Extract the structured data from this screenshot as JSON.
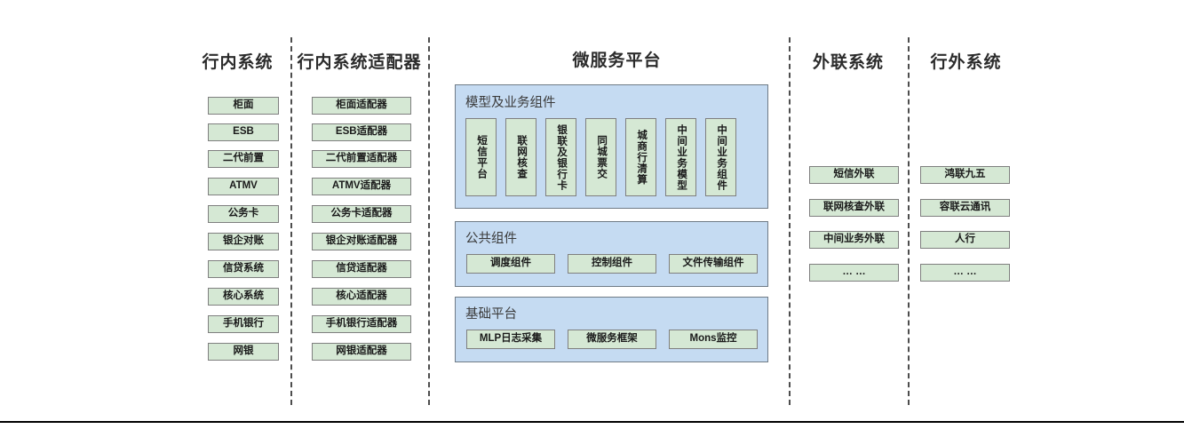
{
  "diagram": {
    "title_bar_rule": true,
    "colors": {
      "node_fill": "#d5e8d4",
      "node_border": "#7f7f7f",
      "panel_fill": "#c5dbf2",
      "panel_border": "#6f7b86",
      "separator": "#4d4d4d",
      "text": "#1a1a1a"
    },
    "columns": [
      {
        "id": "intra-bank-systems",
        "title": "行内系统",
        "items": [
          "柜面",
          "ESB",
          "二代前置",
          "ATMV",
          "公务卡",
          "银企对账",
          "信贷系统",
          "核心系统",
          "手机银行",
          "网银"
        ]
      },
      {
        "id": "intra-bank-adapters",
        "title": "行内系统适配器",
        "items": [
          "柜面适配器",
          "ESB适配器",
          "二代前置适配器",
          "ATMV适配器",
          "公务卡适配器",
          "银企对账适配器",
          "信贷适配器",
          "核心适配器",
          "手机银行适配器",
          "网银适配器"
        ]
      },
      {
        "id": "microservice-platform",
        "title": "微服务平台",
        "panels": [
          {
            "id": "model-and-business-components",
            "label": "模型及业务组件",
            "items": [
              "短信平台",
              "联网核查",
              "银联及银行卡",
              "同城票交",
              "城商行清算",
              "中间业务模型",
              "中间业务组件"
            ]
          },
          {
            "id": "public-components",
            "label": "公共组件",
            "items": [
              "调度组件",
              "控制组件",
              "文件传输组件"
            ]
          },
          {
            "id": "base-platform",
            "label": "基础平台",
            "items": [
              "MLP日志采集",
              "微服务框架",
              "Mons监控"
            ]
          }
        ]
      },
      {
        "id": "external-link-systems",
        "title": "外联系统",
        "items": [
          "短信外联",
          "联网核查外联",
          "中间业务外联",
          "… …"
        ]
      },
      {
        "id": "off-bank-systems",
        "title": "行外系统",
        "items": [
          "鸿联九五",
          "容联云通讯",
          "人行",
          "… …"
        ]
      }
    ]
  }
}
